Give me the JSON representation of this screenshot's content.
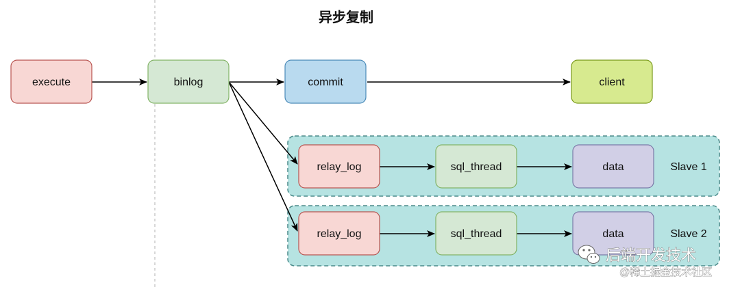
{
  "title": "异步复制",
  "nodes": {
    "execute": "execute",
    "binlog": "binlog",
    "commit": "commit",
    "client": "client"
  },
  "slaves": [
    {
      "label": "Slave 1",
      "relay": "relay_log",
      "sql": "sql_thread",
      "data": "data"
    },
    {
      "label": "Slave 2",
      "relay": "relay_log",
      "sql": "sql_thread",
      "data": "data"
    }
  ],
  "watermark": {
    "line1": "后端开发技术",
    "line2": "@稀土掘金技术社区"
  },
  "colors": {
    "execute_fill": "#f8d7d4",
    "execute_stroke": "#b85450",
    "binlog_fill": "#d5e8d4",
    "binlog_stroke": "#82b366",
    "commit_fill": "#b9daef",
    "commit_stroke": "#4a8ab8",
    "client_fill": "#d7ea8f",
    "client_stroke": "#7a9a1a",
    "group_fill": "#b6e3e2",
    "group_stroke": "#4a8a8a",
    "data_fill": "#d1cfe6",
    "data_stroke": "#7a7aa8"
  }
}
